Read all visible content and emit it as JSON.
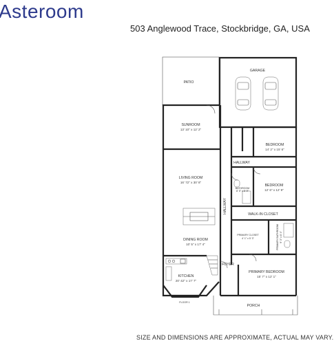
{
  "brand": {
    "name": "Asteroom",
    "color": "#2d3a8c"
  },
  "address": "503 Anglewood Trace, Stockbridge, GA, USA",
  "footer": "SIZE AND DIMENSIONS ARE APPROXIMATE, ACTUAL MAY VARY.",
  "floor_label": "FLOOR 1",
  "rooms": {
    "patio": {
      "name": "PATIO"
    },
    "garage": {
      "name": "GARAGE"
    },
    "sunroom": {
      "name": "SUNROOM",
      "dims": "13' 10\" x 12' 2\""
    },
    "bedroom1": {
      "name": "BEDROOM",
      "dims": "14' 2\" x 15' 6\""
    },
    "hallway_top": {
      "name": "HALLWAY"
    },
    "living": {
      "name": "LIVING ROOM",
      "dims": "16' 72\" x 30' 8\""
    },
    "bathroom": {
      "name": "BATHROOM",
      "dims": "8' 5\" x 5' 9\""
    },
    "bedroom2": {
      "name": "BEDROOM",
      "dims": "12' 6\" x 12' 9\""
    },
    "hallway_side": {
      "name": "HALLWAY"
    },
    "walkin": {
      "name": "WALK-IN CLOSET"
    },
    "primary_closet": {
      "name": "PRIMARY CLOSET",
      "dims": "4' 1\" x 5' 3\""
    },
    "primary_bath": {
      "name": "PRIMARY BATHROOM",
      "dims": "9' 3\" x 8' 4\""
    },
    "dining": {
      "name": "DINING ROOM",
      "dims": "10' 5\" x 17' 4\""
    },
    "foyer": {
      "name": "FOYER"
    },
    "primary_bedroom": {
      "name": "PRIMARY BEDROOM",
      "dims": "15' 7\" x 12' 1\""
    },
    "kitchen": {
      "name": "KITCHEN",
      "dims": "20' 42\" x 17' 7\""
    },
    "porch": {
      "name": "PORCH"
    }
  },
  "colors": {
    "wall": "#222222",
    "fixture": "#666666",
    "label": "#333333"
  }
}
